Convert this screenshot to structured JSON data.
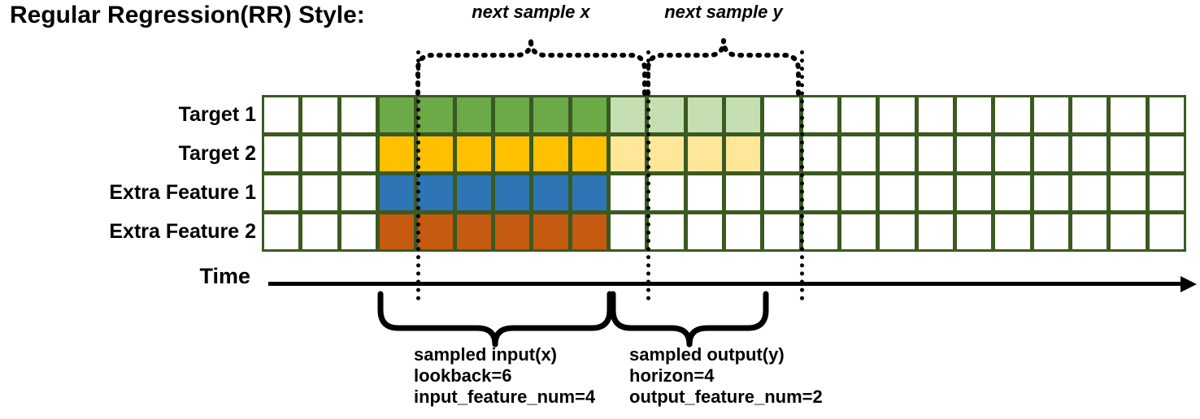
{
  "title": "Regular Regression(RR) Style:",
  "rows": [
    {
      "label": "Target 1",
      "name": "target-1"
    },
    {
      "label": "Target 2",
      "name": "target-2"
    },
    {
      "label": "Extra Feature 1",
      "name": "extra-feature-1"
    },
    {
      "label": "Extra Feature 2",
      "name": "extra-feature-2"
    }
  ],
  "grid": {
    "columns": 24,
    "rows": 4,
    "border_color": "#3A5A22",
    "empty_color": "#FFFFFF",
    "input_start_col": 3,
    "input_span": 6,
    "output_start_col": 9,
    "output_span": 4,
    "row_fills": [
      {
        "input": "#6CA947",
        "output": "#C6DFB2"
      },
      {
        "input": "#FFC000",
        "output": "#FFE699"
      },
      {
        "input": "#2E75B6",
        "output": null
      },
      {
        "input": "#C55A11",
        "output": null
      }
    ]
  },
  "time_axis": {
    "label": "Time"
  },
  "top_braces": [
    {
      "caption": "next sample x",
      "name": "next-sample-x"
    },
    {
      "caption": "next sample y",
      "name": "next-sample-y"
    }
  ],
  "bottom_braces": [
    {
      "name": "sampled-input",
      "lines": [
        "sampled input(x)",
        "lookback=6",
        "input_feature_num=4"
      ]
    },
    {
      "name": "sampled-output",
      "lines": [
        "sampled output(y)",
        "horizon=4",
        "output_feature_num=2"
      ]
    }
  ],
  "colors": {
    "green": "#6CA947",
    "light_green": "#C6DFB2",
    "amber": "#FFC000",
    "light_amber": "#FFE699",
    "blue": "#2E75B6",
    "orange": "#C55A11",
    "border": "#3A5A22",
    "ink": "#000000"
  }
}
